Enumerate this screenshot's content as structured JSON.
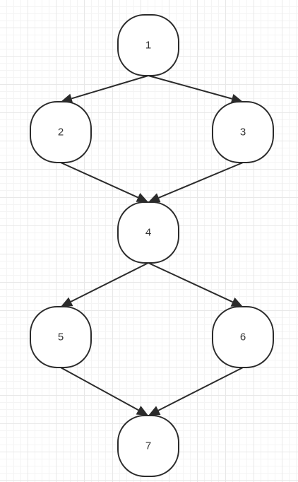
{
  "diagram": {
    "nodes": [
      {
        "id": "1",
        "label": "1"
      },
      {
        "id": "2",
        "label": "2"
      },
      {
        "id": "3",
        "label": "3"
      },
      {
        "id": "4",
        "label": "4"
      },
      {
        "id": "5",
        "label": "5"
      },
      {
        "id": "6",
        "label": "6"
      },
      {
        "id": "7",
        "label": "7"
      }
    ],
    "edges": [
      {
        "from": "1",
        "to": "2"
      },
      {
        "from": "1",
        "to": "3"
      },
      {
        "from": "2",
        "to": "4"
      },
      {
        "from": "3",
        "to": "4"
      },
      {
        "from": "4",
        "to": "5"
      },
      {
        "from": "4",
        "to": "6"
      },
      {
        "from": "5",
        "to": "7"
      },
      {
        "from": "6",
        "to": "7"
      }
    ]
  },
  "colors": {
    "stroke": "#2b2b2b",
    "node_fill": "#ffffff",
    "label": "#333333"
  }
}
